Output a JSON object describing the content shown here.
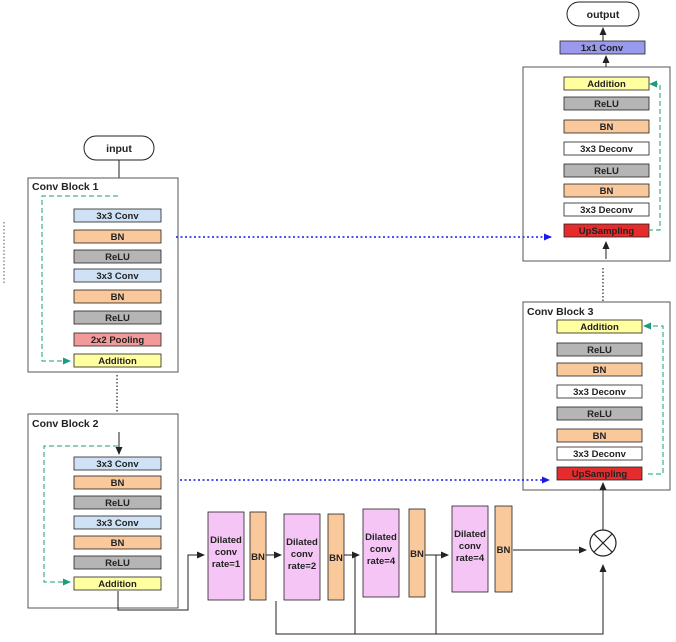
{
  "colors": {
    "conv": "#cfe2f5",
    "bn": "#f9c89b",
    "relu": "#b5b5b5",
    "pool": "#f29a99",
    "addition": "#ffffa0",
    "upsampling": "#e52b2b",
    "conv1x1": "#9999ee",
    "dilated": "#f5c6f5",
    "skip_arrow": "#1a1ae6",
    "residual_arrow": "#1a9c7d"
  },
  "nodes": {
    "input": "input",
    "output": "output"
  },
  "conv_block_1": {
    "title": "Conv Block 1",
    "layers": [
      "3x3 Conv",
      "BN",
      "ReLU",
      "3x3 Conv",
      "BN",
      "ReLU",
      "2x2 Pooling",
      "Addition"
    ]
  },
  "conv_block_2": {
    "title": "Conv Block 2",
    "layers": [
      "3x3 Conv",
      "BN",
      "ReLU",
      "3x3 Conv",
      "BN",
      "ReLU",
      "Addition"
    ]
  },
  "conv_block_3": {
    "title": "Conv Block 3",
    "layers": [
      "Addition",
      "ReLU",
      "BN",
      "3x3 Deconv",
      "ReLU",
      "BN",
      "3x3 Deconv",
      "UpSampling"
    ]
  },
  "top_block": {
    "layers": [
      "Addition",
      "ReLU",
      "BN",
      "3x3 Deconv",
      "ReLU",
      "BN",
      "3x3 Deconv",
      "UpSampling"
    ],
    "conv1x1": "1x1 Conv"
  },
  "dilated_path": [
    {
      "dilated": [
        "Dilated",
        "conv",
        "rate=1"
      ],
      "bn": "BN"
    },
    {
      "dilated": [
        "Dilated",
        "conv",
        "rate=2"
      ],
      "bn": "BN"
    },
    {
      "dilated": [
        "Dilated",
        "conv",
        "rate=4"
      ],
      "bn": "BN"
    },
    {
      "dilated": [
        "Dilated",
        "conv",
        "rate=4"
      ],
      "bn": "BN"
    }
  ]
}
